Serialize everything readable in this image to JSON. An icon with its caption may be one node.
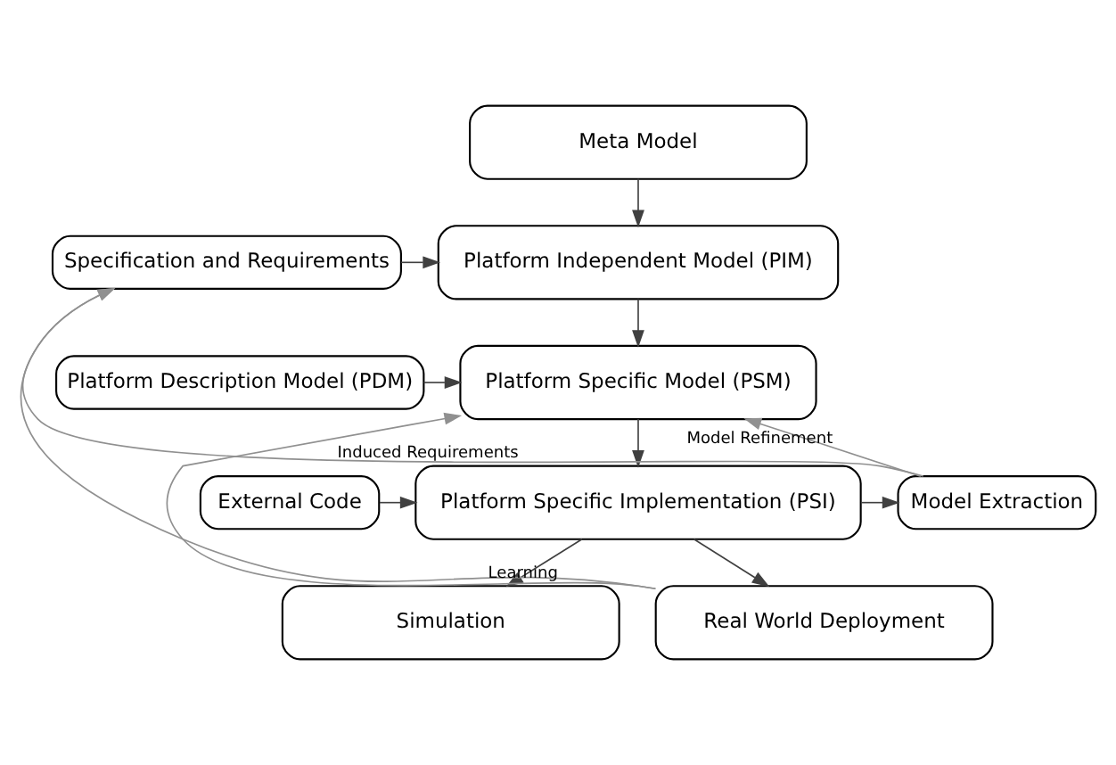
{
  "diagram": {
    "nodes": [
      {
        "text": [
          "Meta Model"
        ]
      },
      {
        "text": [
          "Specification and Requirements"
        ]
      },
      {
        "text": [
          "Platform Independent Model (PIM)"
        ]
      },
      {
        "text": [
          "Platform Description Model (PDM)"
        ]
      },
      {
        "text": [
          "Platform Specific Model (PSM)"
        ]
      },
      {
        "text": [
          "External Code"
        ]
      },
      {
        "text": [
          "Platform Specific Implementation (PSI)"
        ]
      },
      {
        "text": [
          "Model Extraction"
        ]
      },
      {
        "text": [
          "Simulation"
        ]
      },
      {
        "text": [
          "Real World Deployment"
        ]
      }
    ],
    "edges": [
      {
        "from": 0,
        "to": 2,
        "arrow": "to"
      },
      {
        "from": 1,
        "to": 2,
        "arrow": "to"
      },
      {
        "from": 2,
        "to": 4,
        "arrow": "to"
      },
      {
        "from": 3,
        "to": 4,
        "arrow": "to"
      },
      {
        "from": 4,
        "to": 6,
        "arrow": "to"
      },
      {
        "from": 5,
        "to": 6,
        "arrow": "to"
      },
      {
        "from": 6,
        "to": 7,
        "arrow": "to"
      },
      {
        "from": 6,
        "to": 8,
        "arrow": "to"
      },
      {
        "from": 6,
        "to": 9,
        "arrow": "to"
      },
      {
        "from": 7,
        "to": 4,
        "arrow": "to",
        "label": "Model Refinement"
      },
      {
        "from": 9,
        "to": 4,
        "arrow": "to",
        "label": "Learning"
      },
      {
        "from": 7,
        "to": 1,
        "arrow": "to",
        "label": "Induced Requirements"
      },
      {
        "from": 9,
        "to": 1,
        "arrow": "to"
      }
    ]
  }
}
